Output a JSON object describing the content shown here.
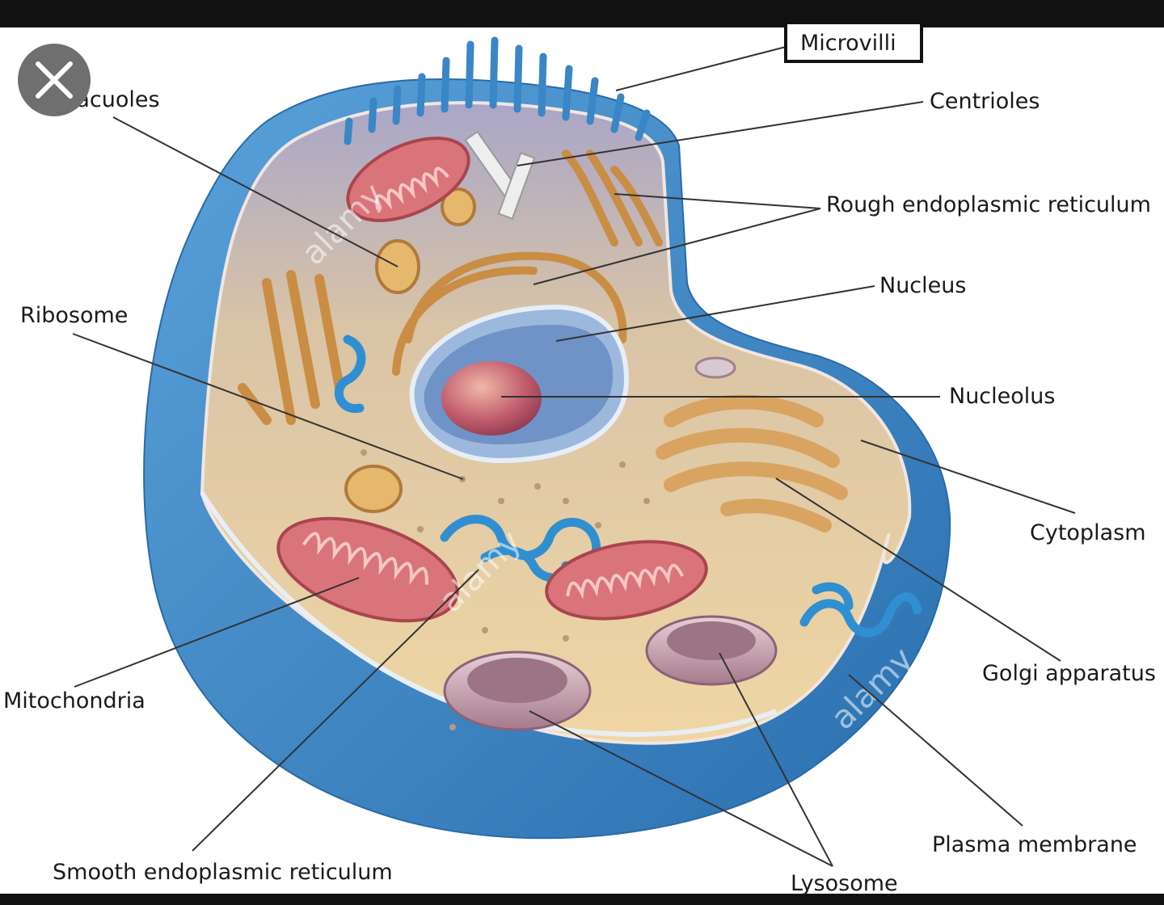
{
  "labels": {
    "microvilli": "Microvilli",
    "vacuoles": "Vacuoles",
    "centrioles": "Centrioles",
    "rough_er": "Rough endoplasmic reticulum",
    "nucleus": "Nucleus",
    "ribosome": "Ribosome",
    "nucleolus": "Nucleolus",
    "cytoplasm": "Cytoplasm",
    "golgi": "Golgi apparatus",
    "mitochondria": "Mitochondria",
    "smooth_er": "Smooth endoplasmic reticulum",
    "plasma_membrane": "Plasma membrane",
    "lysosome": "Lysosome"
  },
  "watermark": "alamy",
  "colors": {
    "membrane": "#3a86c6",
    "cytoplasm": "#eccd98",
    "nucleus": "#7aa6d6",
    "nucleolus": "#b94f62",
    "mitochondria": "#d9757a",
    "golgi": "#d9a461",
    "smooth_er": "#2f8fd1"
  },
  "icons": {
    "close": "close-icon"
  }
}
